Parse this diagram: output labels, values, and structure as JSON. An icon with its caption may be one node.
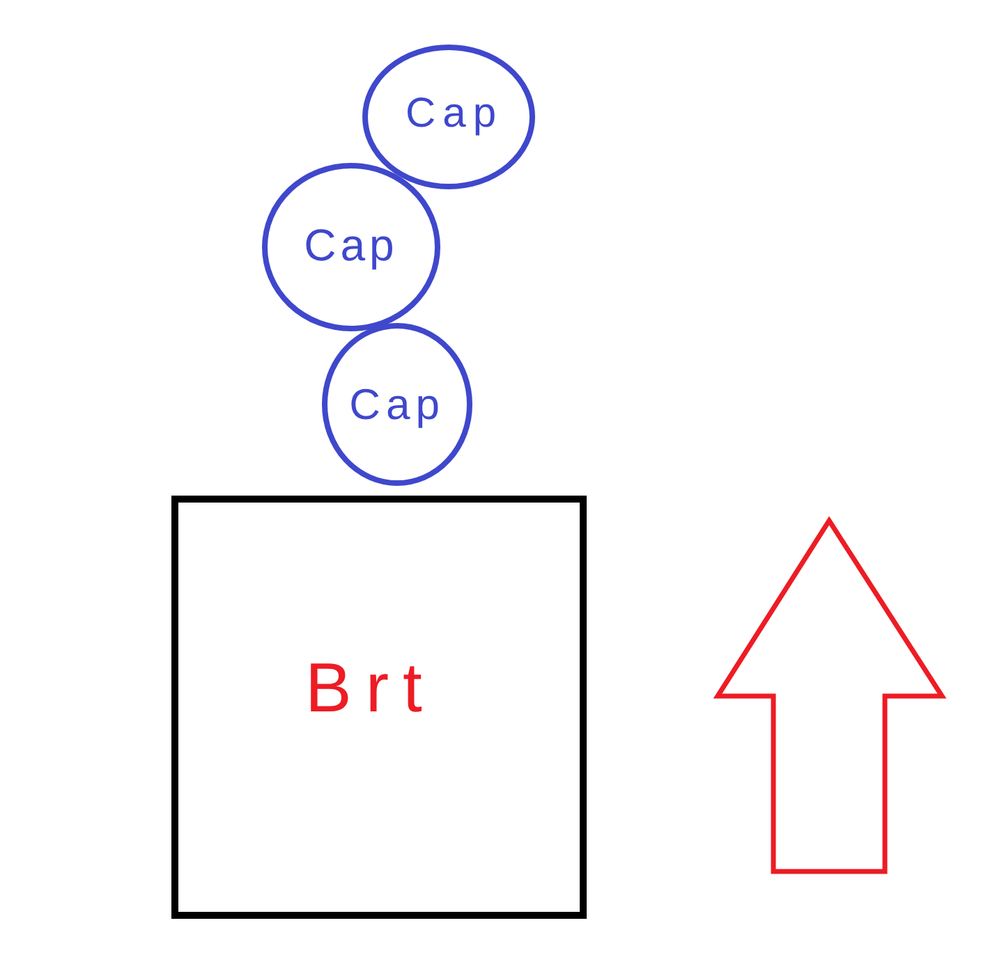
{
  "diagram": {
    "nodes": [
      {
        "text": [
          "Cap"
        ]
      },
      {
        "text": [
          "Cap"
        ]
      },
      {
        "text": [
          "Cap"
        ]
      },
      {
        "text": [
          "Brt"
        ]
      }
    ]
  }
}
